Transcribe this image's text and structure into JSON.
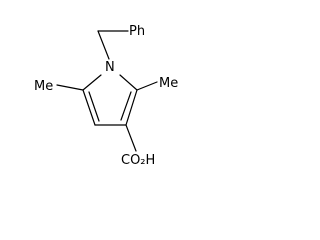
{
  "molecule": {
    "labels": {
      "benzyl": "Ph",
      "ring_nitrogen": "N",
      "methyl_left": "Me",
      "methyl_right": "Me",
      "acid": "CO₂H"
    }
  },
  "colors": {
    "bond": "#000000",
    "text": "#000000",
    "background": "#ffffff"
  }
}
